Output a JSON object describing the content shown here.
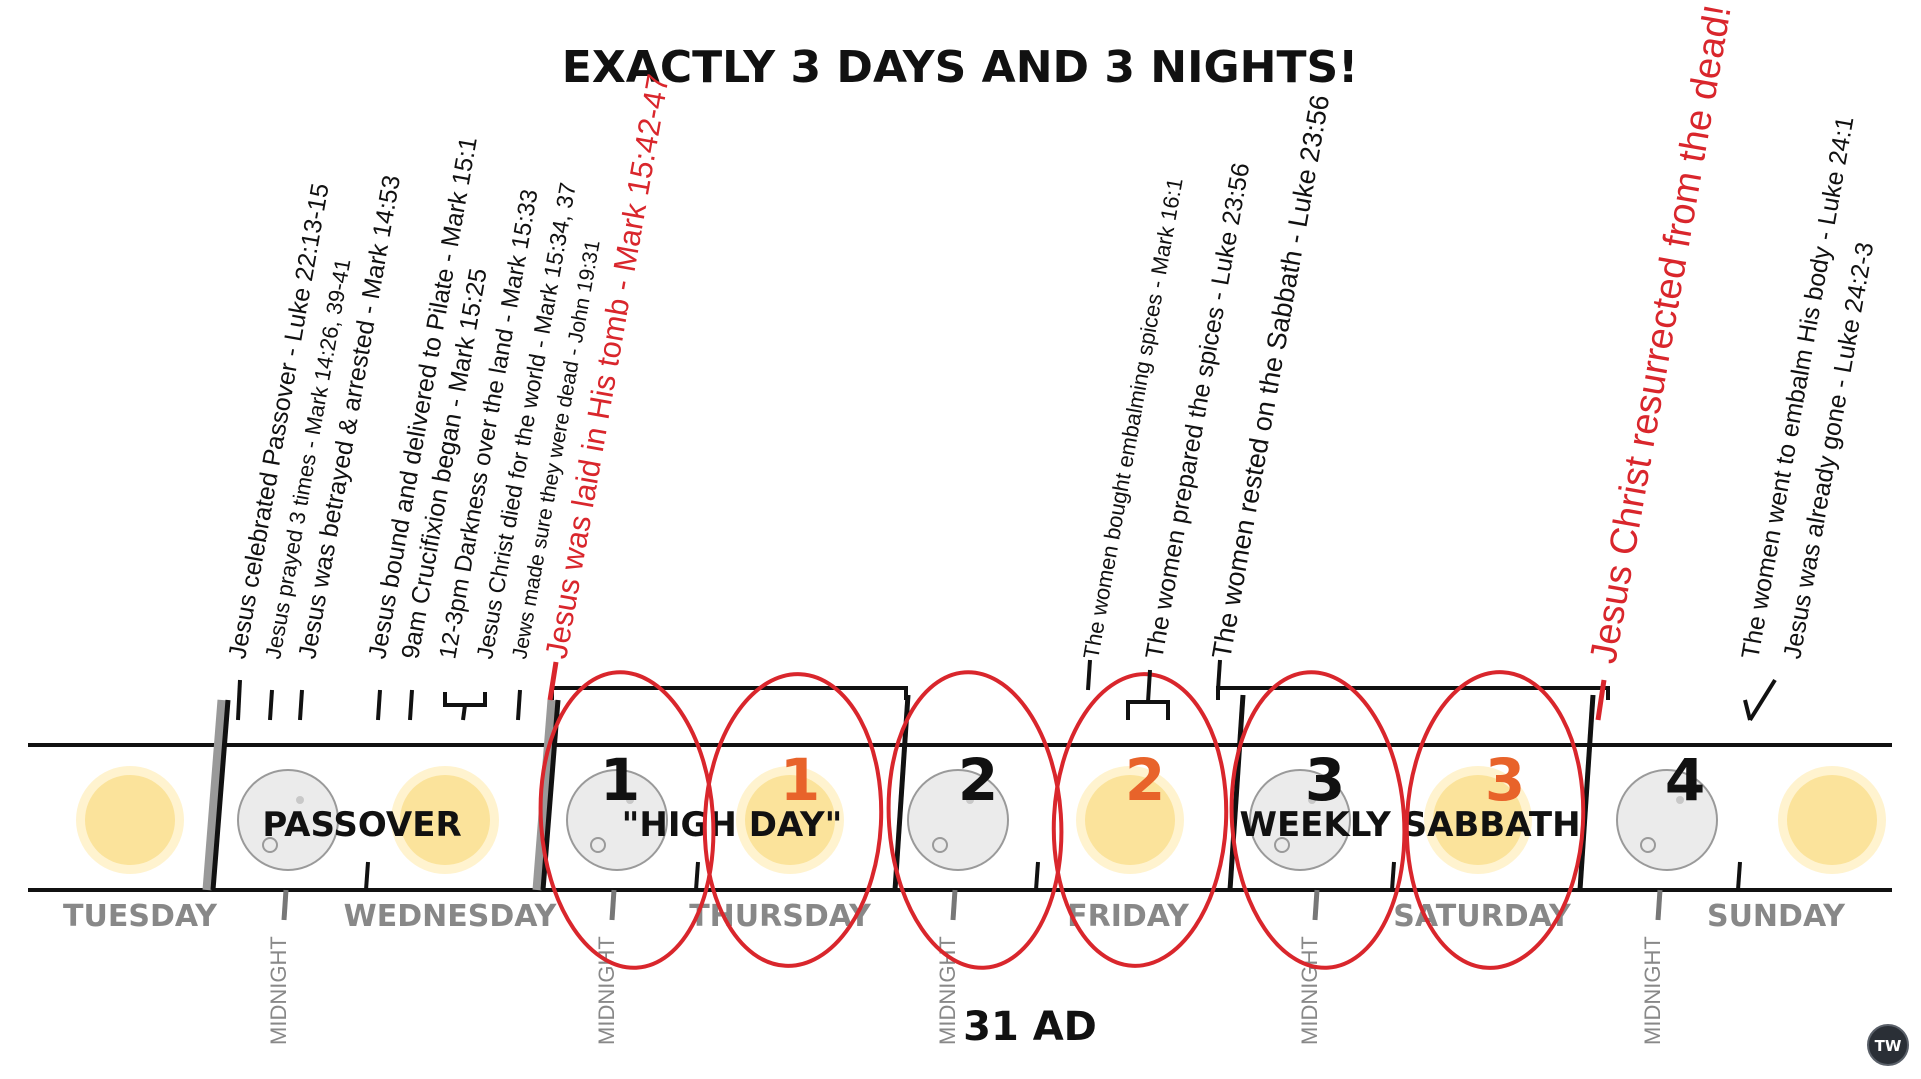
{
  "title": "EXACTLY 3 DAYS AND 3 NIGHTS!",
  "year": "31 AD",
  "colors": {
    "accent": "#d9262c",
    "text": "#111111",
    "gray": "#888888",
    "sun": "#fbe39b",
    "moon": "#ebebeb",
    "orange_number": "#e8632a"
  },
  "day_labels": [
    "TUESDAY",
    "WEDNESDAY",
    "THURSDAY",
    "FRIDAY",
    "SATURDAY",
    "SUNDAY"
  ],
  "midnight_label": "MIDNIGHT",
  "band_labels": {
    "passover": "PASSOVER",
    "high_day": "\"HIGH DAY\"",
    "weekly_sabbath": "WEEKLY SABBATH"
  },
  "count_numbers": [
    "1",
    "1",
    "2",
    "2",
    "3",
    "3",
    "4"
  ],
  "annotations": [
    "Jesus celebrated Passover - Luke 22:13-15",
    "Jesus prayed 3 times - Mark 14:26, 39-41",
    "Jesus was betrayed & arrested - Mark 14:53",
    "Jesus bound and delivered to Pilate - Mark 15:1",
    "9am Crucifixion began - Mark 15:25",
    "12-3pm Darkness over the land - Mark 15:33",
    "Jesus Christ died for the world - Mark 15:34, 37",
    "Jews made sure they were dead - John 19:31",
    "Jesus was laid in His tomb - Mark 15:42-47",
    "The women bought embalming spices - Mark 16:1",
    "The women prepared the spices - Luke 23:56",
    "The women rested on the Sabbath - Luke 23:56",
    "Jesus Christ resurrected from the dead!",
    "The women went to embalm His body - Luke 24:1",
    "Jesus was already gone - Luke 24:2-3"
  ],
  "logo": "TW"
}
